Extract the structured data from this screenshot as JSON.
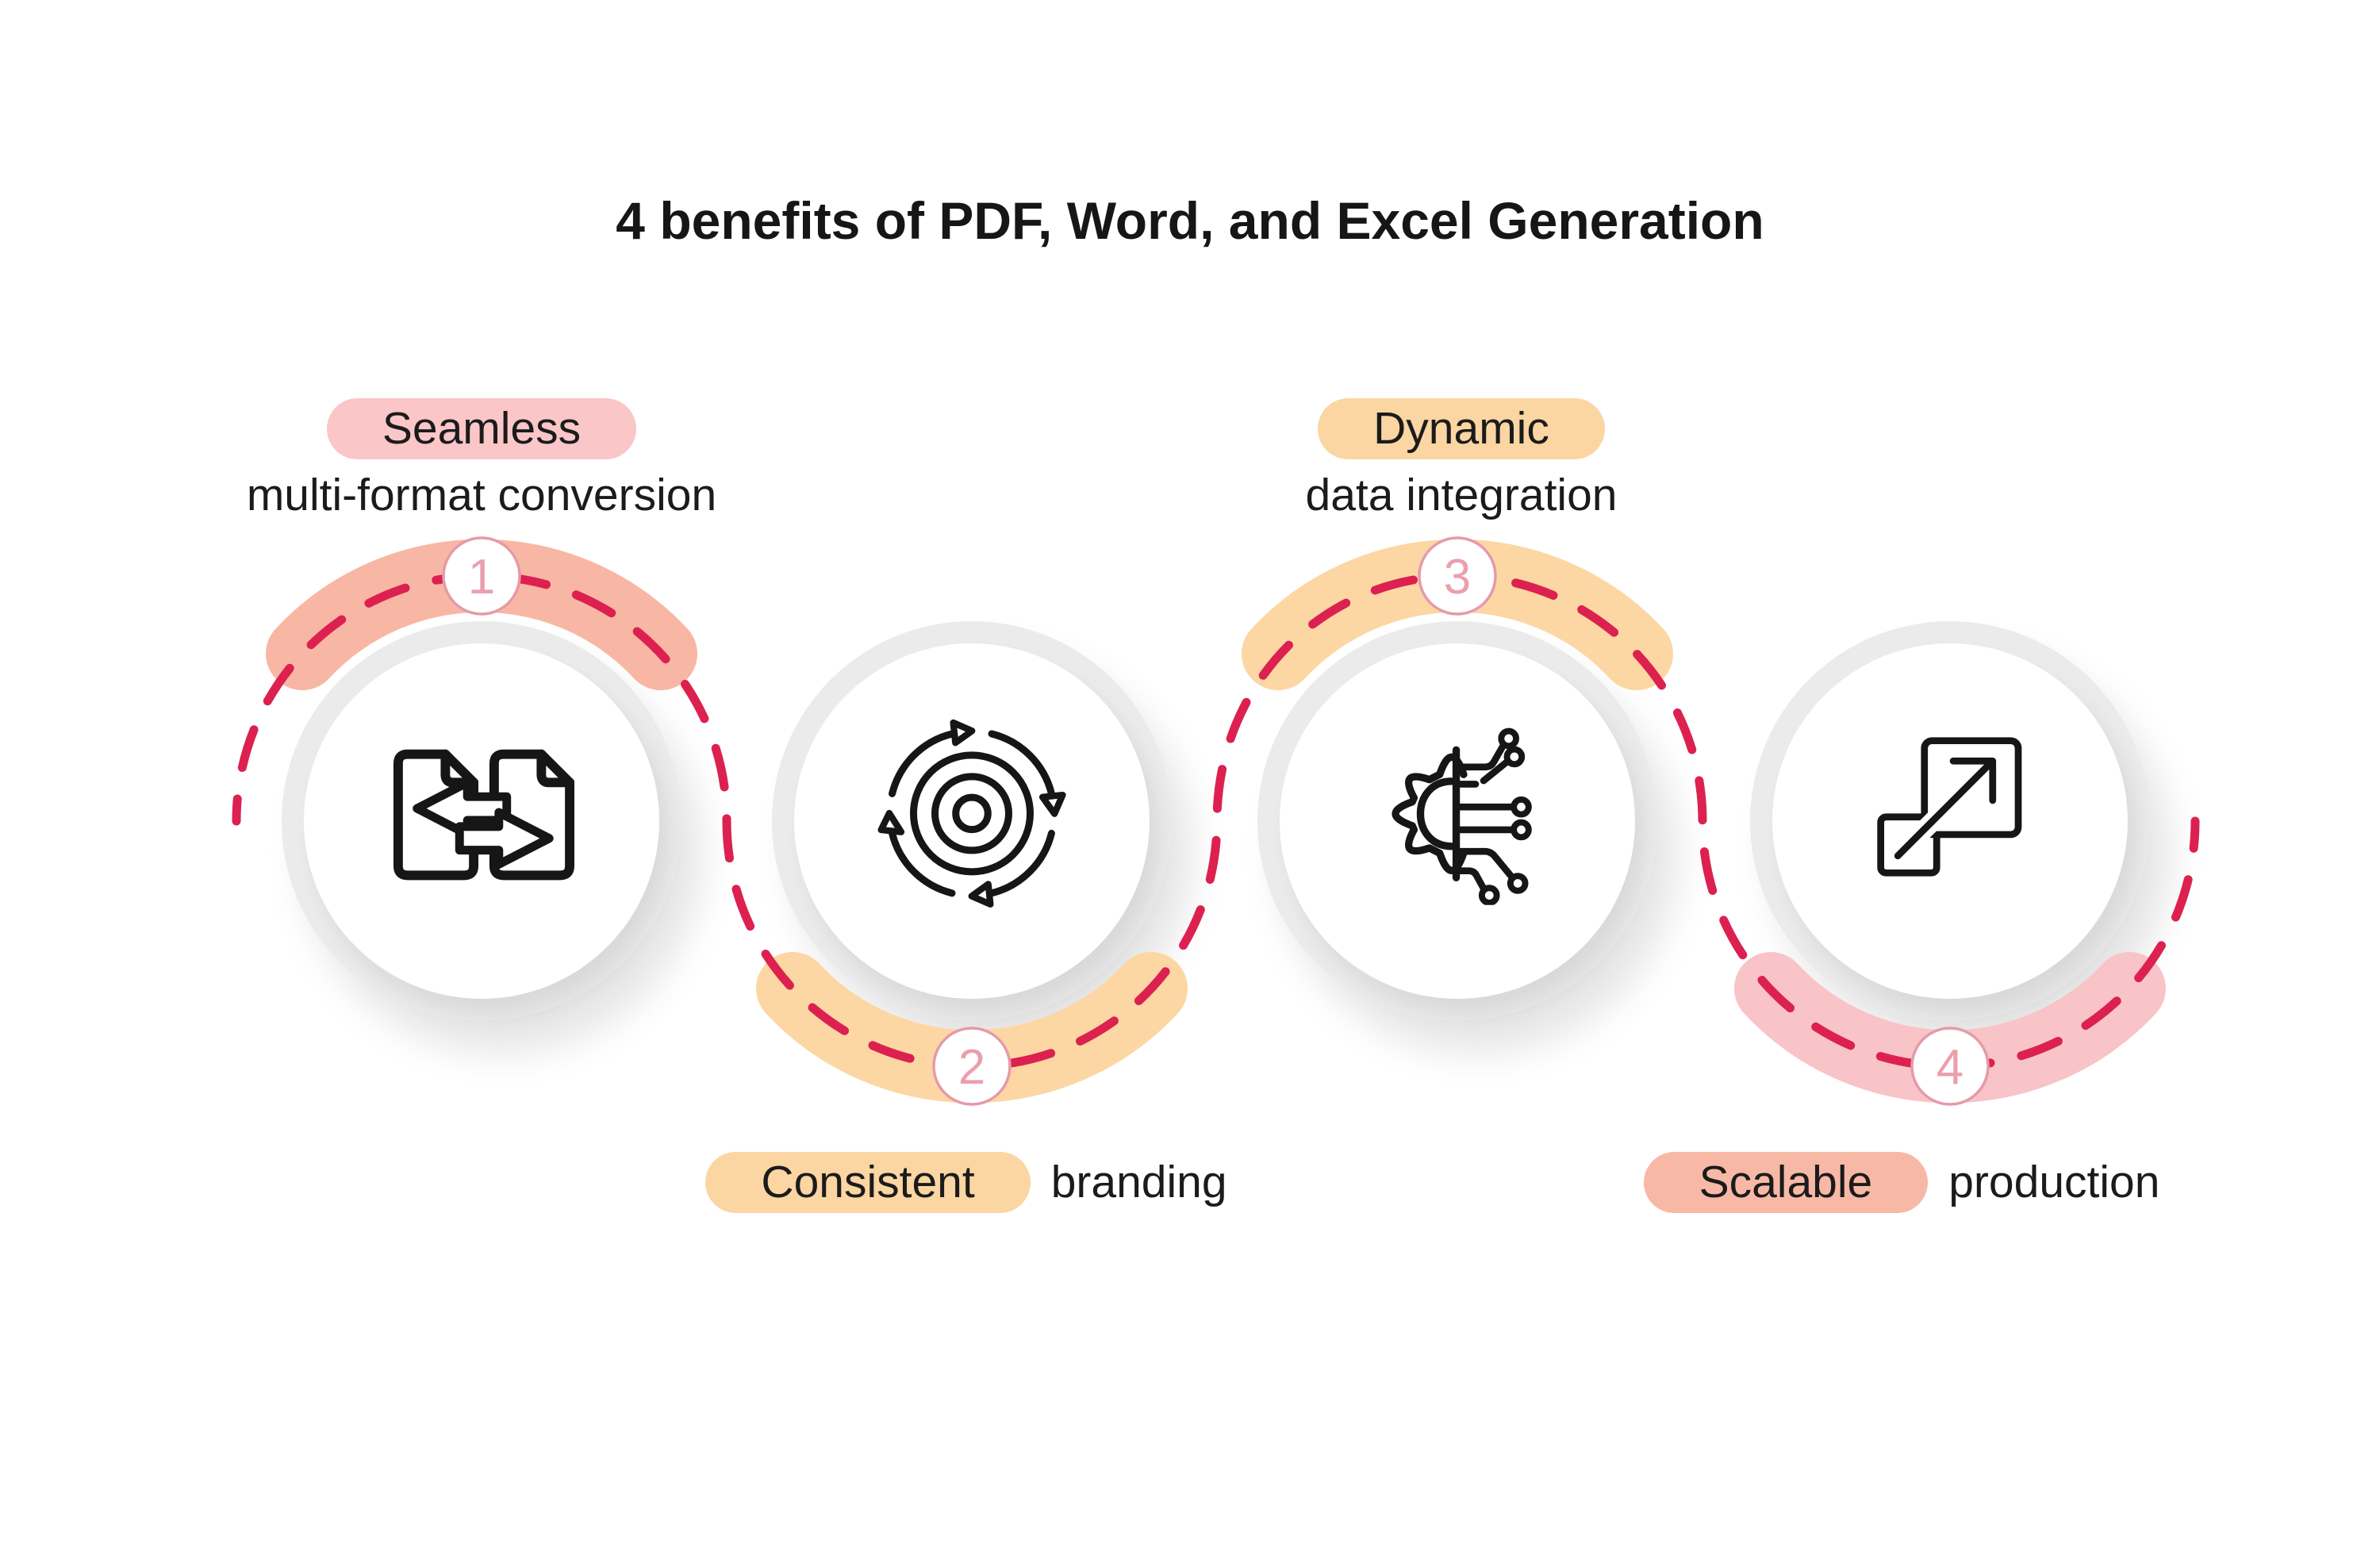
{
  "title": "4 benefits of PDF, Word, and Excel Generation",
  "steps": [
    {
      "number": "1",
      "highlight": "Seamless",
      "rest": "multi-format conversion",
      "icon": "convert-documents-icon",
      "pill_color": "#fac6c8",
      "band_color": "#f8b7a4"
    },
    {
      "number": "2",
      "highlight": "Consistent",
      "rest": "branding",
      "icon": "sync-cycle-target-icon",
      "pill_color": "#fbd5a2",
      "band_color": "#fcd7a4"
    },
    {
      "number": "3",
      "highlight": "Dynamic",
      "rest": "data integration",
      "icon": "data-integration-circuit-icon",
      "pill_color": "#fbd5a2",
      "band_color": "#fcd7a4"
    },
    {
      "number": "4",
      "highlight": "Scalable",
      "rest": "production",
      "icon": "scale-expand-icon",
      "pill_color": "#f8b8a6",
      "band_color": "#f9c4c7"
    }
  ],
  "path": {
    "color": "#dc2150",
    "style": "dashed"
  },
  "badge": {
    "background": "#ffffff",
    "border_color": "#e59aa9",
    "number_color": "#eb9fad"
  }
}
